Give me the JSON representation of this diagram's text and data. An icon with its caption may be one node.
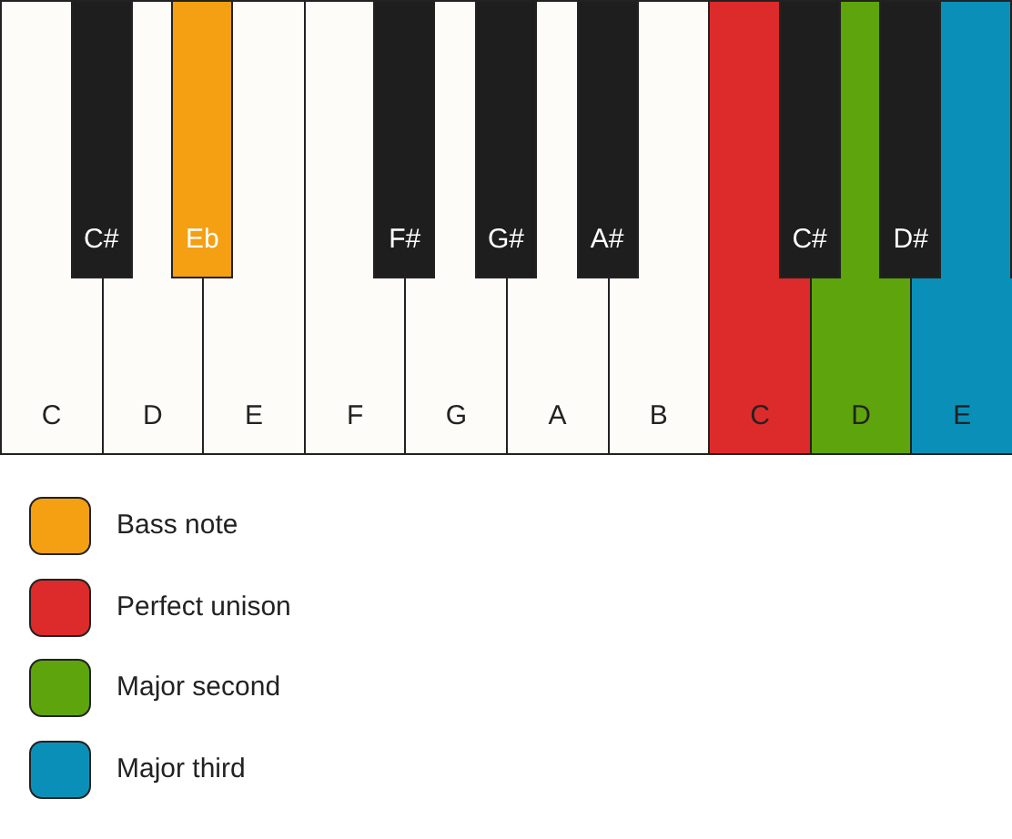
{
  "diagram": {
    "nodes": [
      {
        "text": [
          "C"
        ]
      },
      {
        "text": [
          "C#"
        ]
      },
      {
        "text": [
          "D"
        ]
      },
      {
        "text": [
          "Eb"
        ]
      },
      {
        "text": [
          "E"
        ]
      },
      {
        "text": [
          "F"
        ]
      },
      {
        "text": [
          "F#"
        ]
      },
      {
        "text": [
          "G"
        ]
      },
      {
        "text": [
          "G#"
        ]
      },
      {
        "text": [
          "A"
        ]
      },
      {
        "text": [
          "A#"
        ]
      },
      {
        "text": [
          "B"
        ]
      },
      {
        "text": [
          "C"
        ]
      },
      {
        "text": [
          "C#"
        ]
      },
      {
        "text": [
          "D"
        ]
      },
      {
        "text": [
          "D#"
        ]
      },
      {
        "text": [
          "E"
        ]
      }
    ],
    "legend": [
      {
        "text": "Bass note",
        "color": "#f4a012"
      },
      {
        "text": "Perfect unison",
        "color": "#dd2a2a"
      },
      {
        "text": "Major second",
        "color": "#5ea40c"
      },
      {
        "text": "Major third",
        "color": "#0a90b8"
      }
    ]
  }
}
